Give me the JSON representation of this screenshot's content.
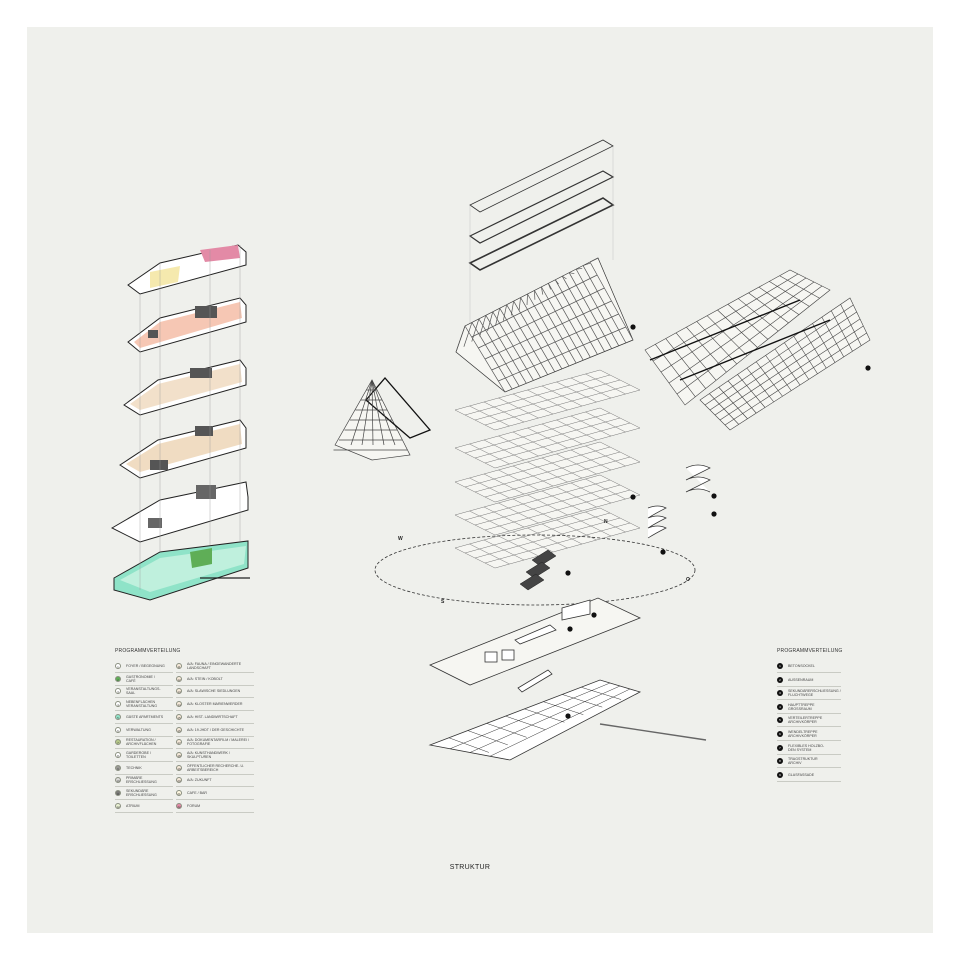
{
  "title": "STRUKTUR",
  "compass": [
    "W",
    "N",
    "O",
    "S"
  ],
  "legend_left": {
    "heading": "PROGRAMMVERTEILUNG",
    "items": [
      {
        "num": "1",
        "label": "FOYER / BEGEGNUNG",
        "color": "#ffffff"
      },
      {
        "num": "2",
        "label": "GASTRONOMIE /\nCAFÉ",
        "color": "#5fae57"
      },
      {
        "num": "3",
        "label": "VERANSTALTUNGS-\nSAAL",
        "color": "#ffffff"
      },
      {
        "num": "4",
        "label": "NEBENFLÄCHEN\nVERANSTALTUNG",
        "color": "#ffffff"
      },
      {
        "num": "5",
        "label": "GÄSTE APARTMENTS",
        "color": "#8fe3c8"
      },
      {
        "num": "6",
        "label": "VERWALTUNG",
        "color": "#ffffff"
      },
      {
        "num": "7",
        "label": "RESTAURATION /\nARCHIVFLÄCHEN",
        "color": "#b5c889"
      },
      {
        "num": "8",
        "label": "GARDEROBE /\nTOILETTEN",
        "color": "#ffffff"
      },
      {
        "num": "9",
        "label": "TECHNIK",
        "color": "#9a9a96"
      },
      {
        "num": "10",
        "label": "PRIMÄRE\nERSCHLIEßUNG",
        "color": "#d9d9d6"
      },
      {
        "num": "11",
        "label": "SEKUNDÄRE\nERSCHLIEßUNG",
        "color": "#7b7b78"
      },
      {
        "num": "12",
        "label": "ATRIUM",
        "color": "#e9f1d3"
      }
    ],
    "items_right": [
      {
        "num": "11",
        "label": "A/A: FAUNA / EINGEWANDERTE\nLANDSCHAFT",
        "color": "#f5e9d9"
      },
      {
        "num": "12",
        "label": "A/A: STEIN / KOBOLT",
        "color": "#f5e9d9"
      },
      {
        "num": "13",
        "label": "A/A: SLAWISCHE SIEDLUNGEN",
        "color": "#f5e9d9"
      },
      {
        "num": "14",
        "label": "A/A: KLOSTER MARIENWERDER",
        "color": "#f5e9d9"
      },
      {
        "num": "15",
        "label": "A/A: HIST. LANDWIRTSCHAFT",
        "color": "#f5e9d9"
      },
      {
        "num": "16",
        "label": "A/A: 19.JHDT / DER GESCHICHTE",
        "color": "#f5e9d9"
      },
      {
        "num": "17",
        "label": "A/A: DOKUMENTARFILM / MALEREI /\nFOTOGRAFIE",
        "color": "#f5e9d9"
      },
      {
        "num": "18",
        "label": "A/A: KUNSTHANDWERK /\nSKULPTUREN",
        "color": "#f5e9d9"
      },
      {
        "num": "19",
        "label": "ÖFFENTLICHER RECHERCHE- U.\nARBEITSBEREICH",
        "color": "#f5e9d9"
      },
      {
        "num": "20",
        "label": "A/A: ZUKUNFT",
        "color": "#f5e9d9"
      },
      {
        "num": "21",
        "label": "CAFE / BAR",
        "color": "#fff8e0"
      },
      {
        "num": "22",
        "label": "FORUM",
        "color": "#e38aa6"
      }
    ]
  },
  "legend_right": {
    "heading": "PROGRAMMVERTEILUNG",
    "items": [
      {
        "num": "1",
        "label": "BETONSOCKEL"
      },
      {
        "num": "2",
        "label": "AUßENRAUM"
      },
      {
        "num": "3",
        "label": "SEKUNDÄRERSCHLIEßUNG /\nFLUCHTWEGE"
      },
      {
        "num": "4",
        "label": "HAUPTTREPPE\nGROßRAUM"
      },
      {
        "num": "5",
        "label": "VERTEILERTREPPE\nARCHIVKÖRPER"
      },
      {
        "num": "6",
        "label": "WENDELTREPPE\nARCHIVKÖRPER"
      },
      {
        "num": "7",
        "label": "FLEXIBLES HOLZBO-\nDEN SYSTEM"
      },
      {
        "num": "8",
        "label": "TRAGSTRUKTUR\nARCHIV"
      },
      {
        "num": "9",
        "label": "GLASFASSADE"
      }
    ]
  },
  "colors": {
    "sheet": "#eff0ec",
    "line": "#2a2a2a",
    "pink": "#e38aa6",
    "salmon": "#f4b9a1",
    "beige": "#ecd3b3",
    "green": "#5fae57",
    "mint": "#8fe3c8",
    "yellow": "#f3e39a"
  }
}
